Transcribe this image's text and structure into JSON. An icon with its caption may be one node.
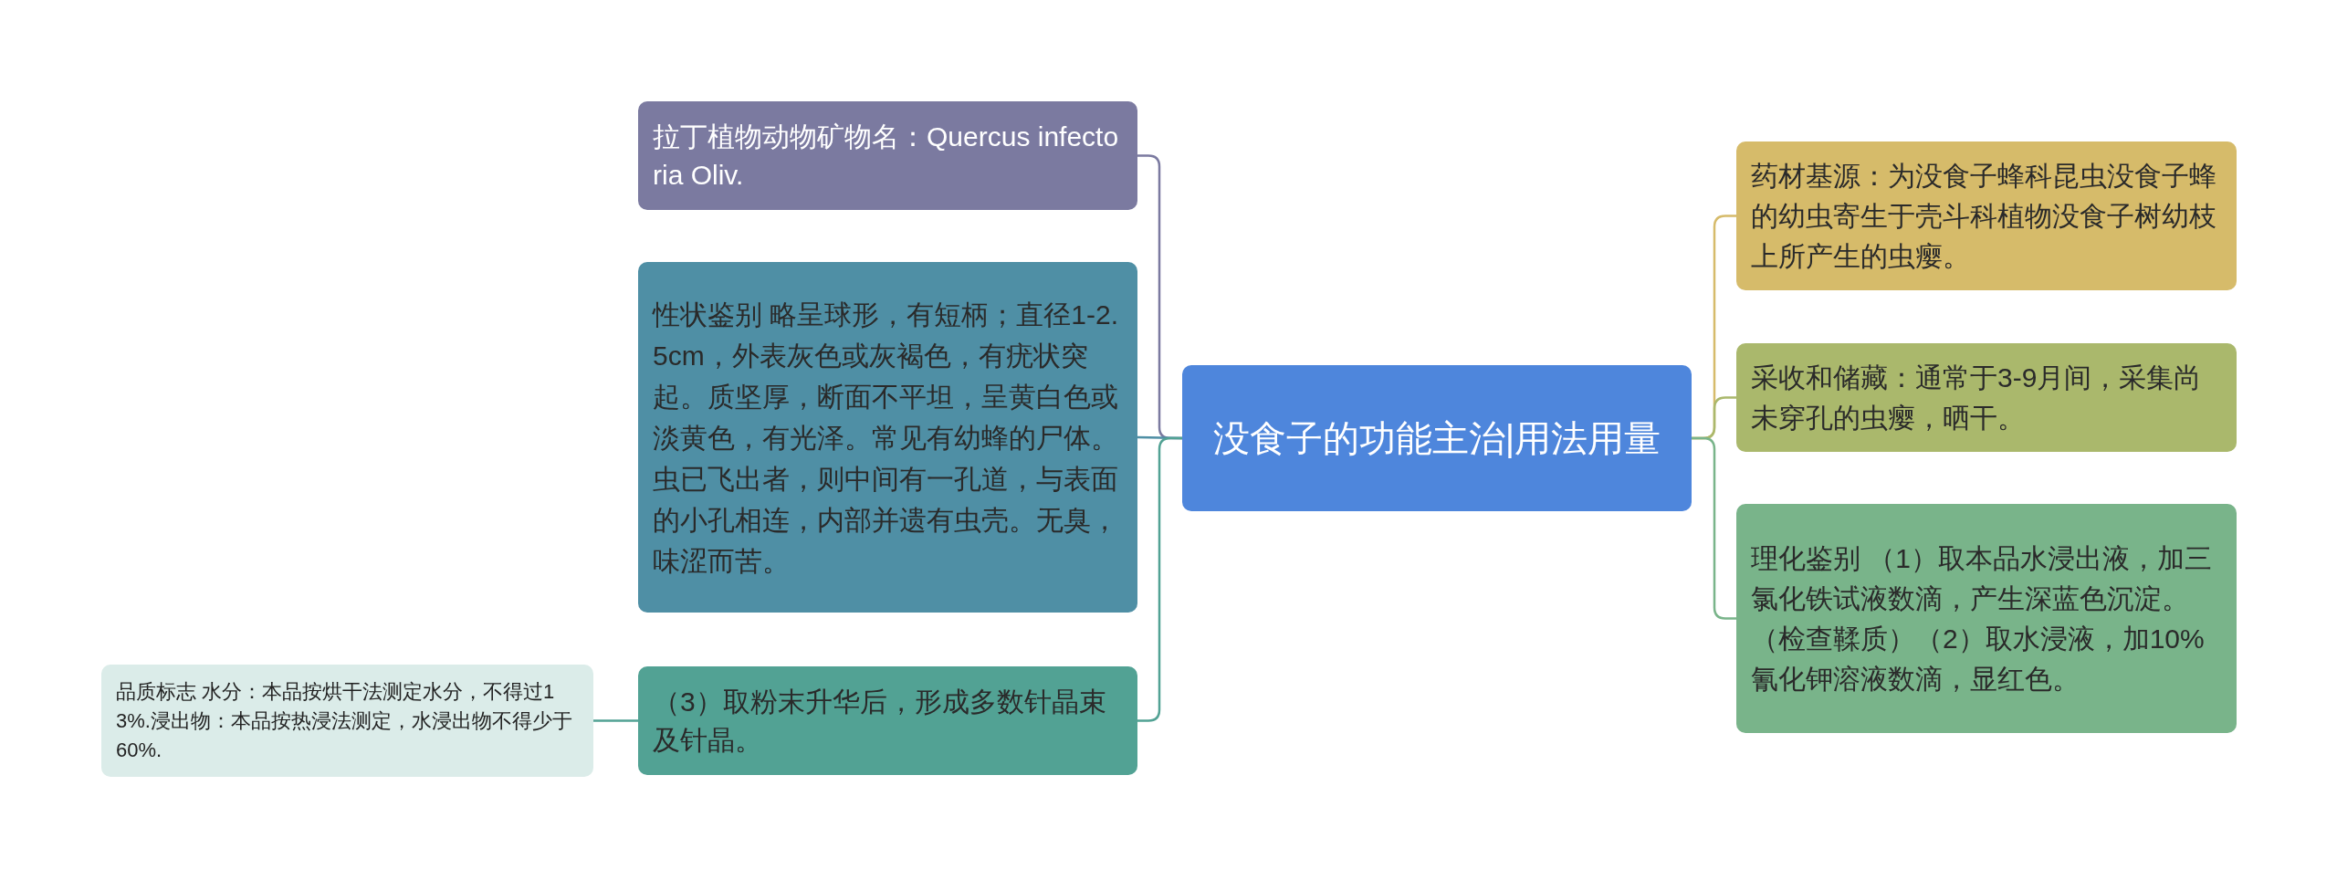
{
  "diagram": {
    "nodes": [
      {
        "text": [
          "没食子的功能主治|用法用量"
        ]
      },
      {
        "text": [
          "拉丁植物动物矿物名：Quercus infectoria Oliv."
        ]
      },
      {
        "text": [
          "性状鉴别 略呈球形，有短柄；直径1-2.5cm，外表灰色或灰褐色，有疣状突起。质坚厚，断面不平坦，呈黄白色或淡黄色，有光泽。常见有幼蜂的尸体。虫已飞出者，则中间有一孔道，与表面的小孔相连，内部并遗有虫壳。无臭，味涩而苦。"
        ]
      },
      {
        "text": [
          "（3）取粉末升华后，形成多数针晶束及针晶。"
        ]
      },
      {
        "text": [
          "品质标志 水分：本品按烘干法测定水分，不得过13%.浸出物：本品按热浸法测定，水浸出物不得少于60%."
        ]
      },
      {
        "text": [
          "药材基源：为没食子蜂科昆虫没食子蜂的幼虫寄生于壳斗科植物没食子树幼枝上所产生的虫瘿。"
        ]
      },
      {
        "text": [
          "采收和储藏：通常于3-9月间，采集尚未穿孔的虫瘿，晒干。"
        ]
      },
      {
        "text": [
          "理化鉴别 （1）取本品水浸出液，加三氯化铁试液数滴，产生深蓝色沉淀。（检查鞣质）（2）取水浸液，加10%氰化钾溶液数滴，显红色。"
        ]
      }
    ],
    "edges": [
      {
        "from": 0,
        "to": 1,
        "arrow": "none",
        "color": "#7b7aa0"
      },
      {
        "from": 0,
        "to": 2,
        "arrow": "none",
        "color": "#4f8fa5"
      },
      {
        "from": 0,
        "to": 3,
        "arrow": "none",
        "color": "#52a294"
      },
      {
        "from": 3,
        "to": 4,
        "arrow": "none",
        "color": "#52a294"
      },
      {
        "from": 0,
        "to": 5,
        "arrow": "none",
        "color": "#d6bb6a"
      },
      {
        "from": 0,
        "to": 6,
        "arrow": "none",
        "color": "#aab86c"
      },
      {
        "from": 0,
        "to": 7,
        "arrow": "none",
        "color": "#79b48a"
      }
    ]
  }
}
